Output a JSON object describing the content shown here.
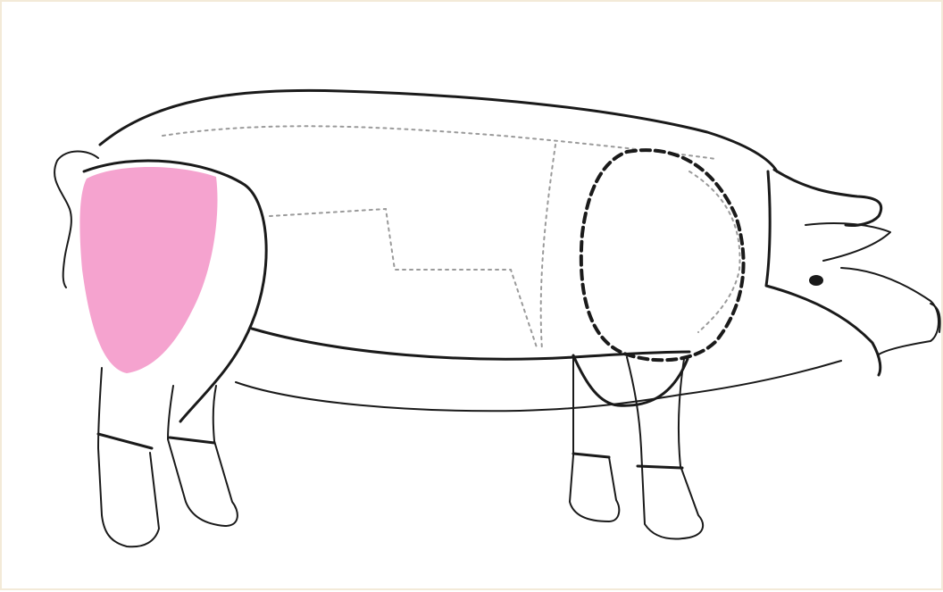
{
  "diagram": {
    "subject": "pig-cuts",
    "highlight_color": "#f5a3cf",
    "outline_color": "#1a1a1a",
    "dotted_color": "#9a9a9a",
    "highlighted_cut": "leg",
    "emphasized_cut": "shoulder"
  }
}
